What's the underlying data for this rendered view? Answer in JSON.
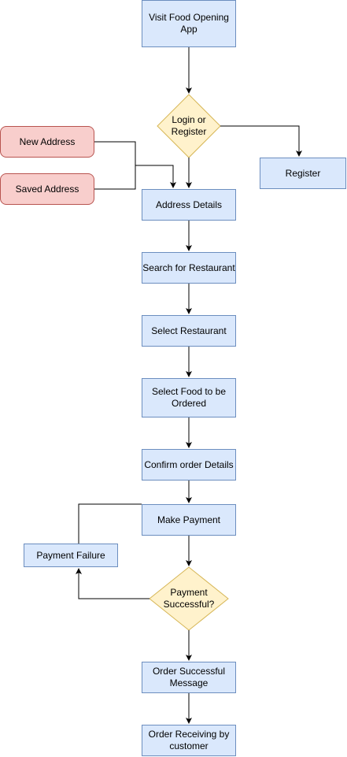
{
  "diagram": {
    "nodes": {
      "visit_app": "Visit Food Opening\nApp",
      "login_register": "Login or\nRegister",
      "register": "Register",
      "new_address": "New Address",
      "saved_address": "Saved Address",
      "address_details": "Address Details",
      "search_restaurant": "Search for Restaurant",
      "select_restaurant": "Select Restaurant",
      "select_food": "Select Food to be\nOrdered",
      "confirm_order": "Confirm order Details",
      "make_payment": "Make Payment",
      "payment_failure": "Payment Failure",
      "payment_successful": "Payment\nSuccessful?",
      "order_successful": "Order Successful\nMessage",
      "order_receiving": "Order Receiving by\ncustomer"
    },
    "colors": {
      "process_fill": "#dae8fc",
      "process_stroke": "#6c8ebf",
      "decision_fill": "#fff2cc",
      "decision_stroke": "#d6b656",
      "source_fill": "#f8cecc",
      "source_stroke": "#b85450",
      "edge": "#000000"
    }
  }
}
